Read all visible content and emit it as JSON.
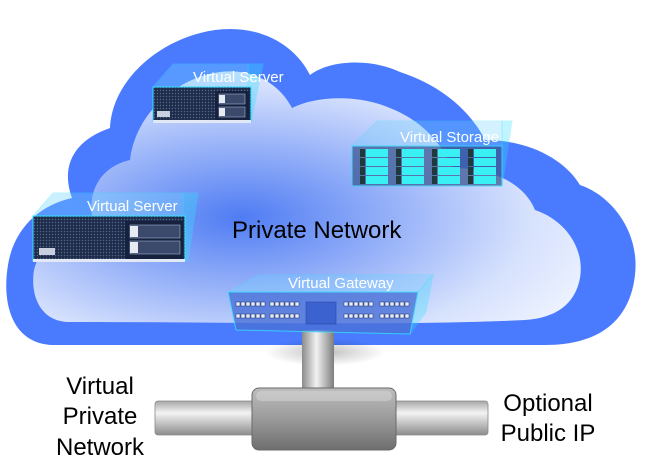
{
  "diagram": {
    "cloud_label": "Private Network",
    "components": [
      {
        "id": "server-1",
        "type": "server",
        "label": "Virtual Server"
      },
      {
        "id": "storage",
        "type": "storage",
        "label": "Virtual Storage"
      },
      {
        "id": "server-2",
        "type": "server",
        "label": "Virtual Server"
      },
      {
        "id": "gateway",
        "type": "gateway",
        "label": "Virtual Gateway"
      }
    ],
    "connections": {
      "left_label_lines": [
        "Virtual",
        "Private",
        "Network"
      ],
      "right_label_lines": [
        "Optional",
        "Public IP"
      ]
    },
    "colors": {
      "cloud_outline": "#4a7bff",
      "cloud_fill_center": "#5b86f5",
      "cloud_fill_edge": "#e9efff",
      "device_glow": "#33e0ff",
      "storage_drive": "#39f0f5",
      "pipe": "#b0b0b0"
    }
  }
}
